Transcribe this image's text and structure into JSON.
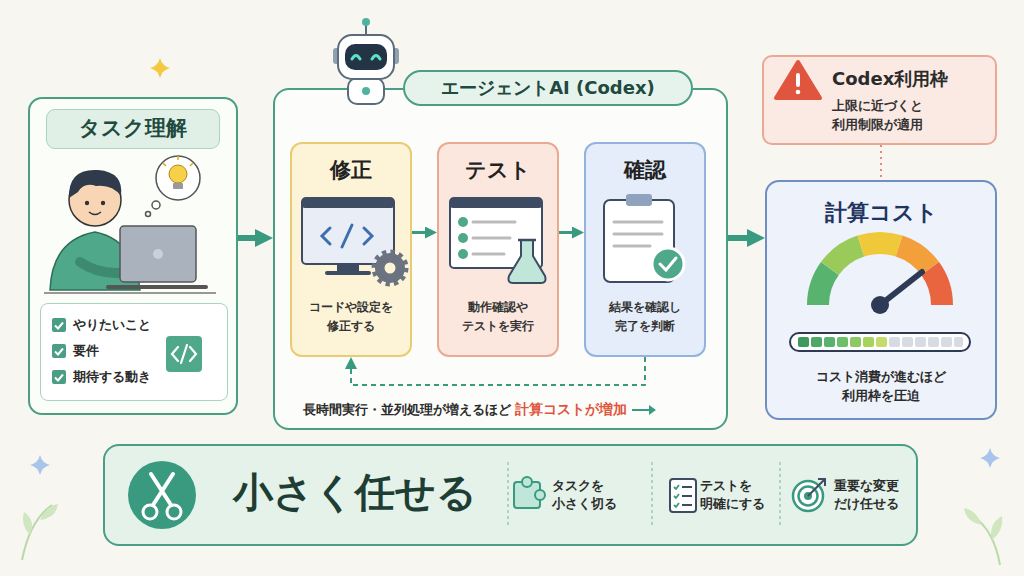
{
  "diagram": {
    "nodes": [
      {
        "text": [
          "タスク理解"
        ]
      },
      {
        "text": [
          "やりたいこと",
          "要件",
          "期待する動き"
        ],
        "in": 0
      },
      {
        "text": [
          "エージェントAI (Codex)"
        ]
      },
      {
        "text": [
          "修正",
          "コードや設定を 修正する"
        ],
        "in": 2
      },
      {
        "text": [
          "テスト",
          "動作確認や テストを実行"
        ],
        "in": 2
      },
      {
        "text": [
          "確認",
          "結果を確認し 完了を判断"
        ],
        "in": 2
      },
      {
        "text": [
          "Codex利用枠",
          "上限に近づくと 利用制限が適用"
        ]
      },
      {
        "text": [
          "計算コスト",
          "コスト消費が進むほど 利用枠を圧迫"
        ]
      },
      {
        "text": [
          "小さく任せる"
        ]
      }
    ],
    "edges": [
      {
        "from": 0,
        "to": 2,
        "arrow": "to"
      },
      {
        "from": 3,
        "to": 4,
        "arrow": "to"
      },
      {
        "from": 4,
        "to": 5,
        "arrow": "to"
      },
      {
        "from": 2,
        "to": 7,
        "arrow": "to"
      },
      {
        "from": 5,
        "to": 3,
        "arrow": "to"
      },
      {
        "from": 6,
        "to": 7,
        "arrow": "none"
      }
    ],
    "labels": [
      "長時間実行・並列処理が増えるほど",
      "計算コストが増加",
      "タスクを 小さく切る",
      "テストを 明確にする",
      "重要な変更 だけ任せる"
    ]
  }
}
